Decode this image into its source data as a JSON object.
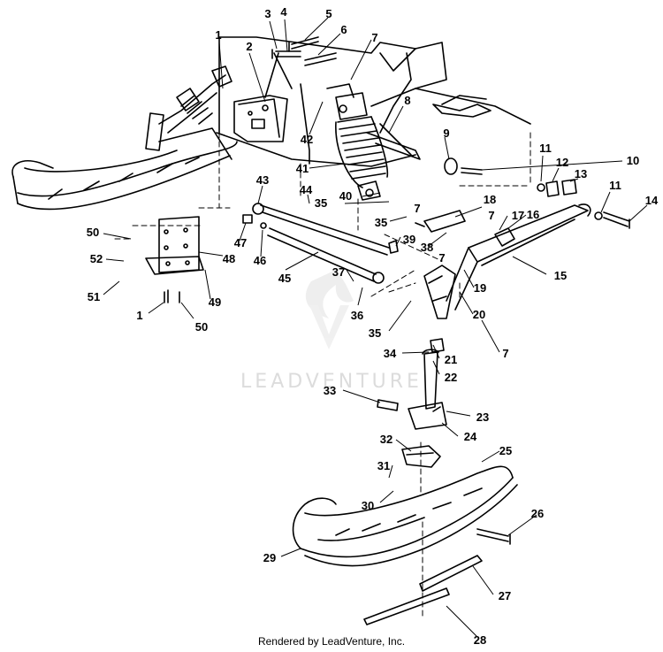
{
  "watermark": "LEADVENTURE",
  "footer": "Rendered by LeadVenture, Inc.",
  "callouts": [
    "1",
    "2",
    "3",
    "4",
    "5",
    "6",
    "7",
    "8",
    "9",
    "10",
    "11",
    "12",
    "13",
    "11",
    "14",
    "50",
    "52",
    "51",
    "1",
    "50",
    "49",
    "48",
    "47",
    "46",
    "45",
    "44",
    "43",
    "42",
    "41",
    "40",
    "35",
    "35",
    "39",
    "38",
    "37",
    "36",
    "35",
    "7",
    "18",
    "17",
    "16",
    "15",
    "19",
    "20",
    "7",
    "34",
    "21",
    "22",
    "33",
    "23",
    "24",
    "32",
    "25",
    "31",
    "30",
    "29",
    "26",
    "27",
    "28",
    "7",
    "7"
  ],
  "colors": {
    "line": "#000000",
    "background": "#ffffff",
    "watermark": "#d8d8d8"
  }
}
